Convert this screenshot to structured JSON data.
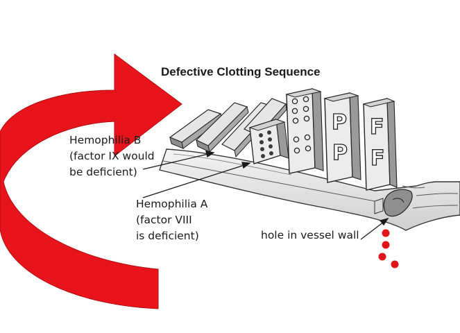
{
  "title": "Defective Clotting Sequence",
  "labels": {
    "hemophilia_b": [
      "Hemophilia B",
      "(factor IX would",
      "be deficient)"
    ],
    "hemophilia_a": [
      "Hemophilia A",
      "(factor VIII",
      "is deficient)"
    ],
    "hole": "hole in vessel wall"
  },
  "domino_letters": {
    "p": "P",
    "f": "F"
  },
  "colors": {
    "arrow": "#e8141b",
    "blood": "#e0141b",
    "ink": "#1a1a1a",
    "domino_face": "#efefef",
    "domino_side": "#9a9a9a"
  }
}
